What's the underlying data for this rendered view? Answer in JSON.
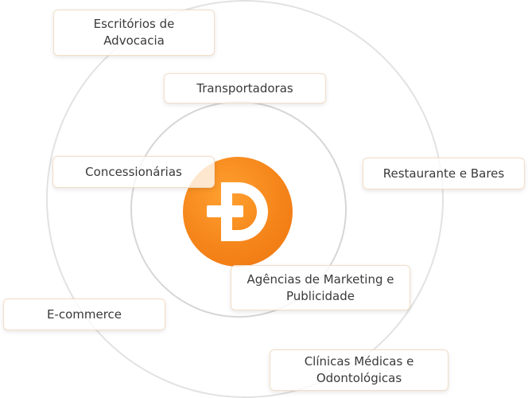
{
  "diagram": {
    "accent_color": "#f5851a",
    "center_logo": {
      "icon": "brand-d-logo-icon"
    },
    "segments": [
      {
        "id": "escritorios",
        "lines": [
          "Escritórios de",
          "Advocacia"
        ]
      },
      {
        "id": "transportadoras",
        "lines": [
          "Transportadoras"
        ]
      },
      {
        "id": "concessionarias",
        "lines": [
          "Concessionárias"
        ]
      },
      {
        "id": "restaurante",
        "lines": [
          "Restaurante e Bares"
        ]
      },
      {
        "id": "agencias",
        "lines": [
          "Agências de Marketing e",
          "Publicidade"
        ]
      },
      {
        "id": "ecommerce",
        "lines": [
          "E-commerce"
        ]
      },
      {
        "id": "clinicas",
        "lines": [
          "Clínicas Médicas e",
          "Odontológicas"
        ]
      }
    ]
  }
}
